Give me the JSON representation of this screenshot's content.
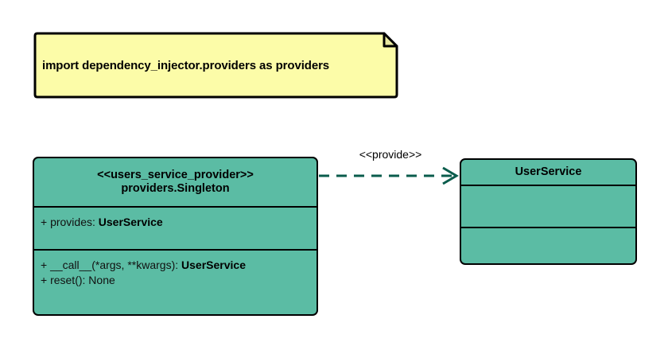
{
  "diagram": {
    "type": "uml-class-diagram",
    "background": "#ffffff",
    "class_fill": "#5BBCA4",
    "note_fill": "#FCFCA8",
    "line_color": "#0A5C4C",
    "border_color": "#000000"
  },
  "note": {
    "text": "import dependency_injector.providers as providers"
  },
  "provider_class": {
    "stereotype": "<<users_service_provider>>",
    "name": "providers.Singleton",
    "attributes": [
      {
        "visibility": "+",
        "label": "+ provides: ",
        "type": "UserService"
      }
    ],
    "operations": [
      {
        "visibility": "+",
        "label": "+ __call__(*args, **kwargs): ",
        "type": "UserService"
      },
      {
        "visibility": "+",
        "label": "+ reset(): None",
        "type": ""
      }
    ]
  },
  "service_class": {
    "name": "UserService",
    "attributes": [],
    "operations": []
  },
  "relationship": {
    "stereotype": "<<provide>>",
    "kind": "dependency",
    "style": "dashed",
    "arrowhead": "open",
    "source": "providers.Singleton",
    "target": "UserService"
  }
}
